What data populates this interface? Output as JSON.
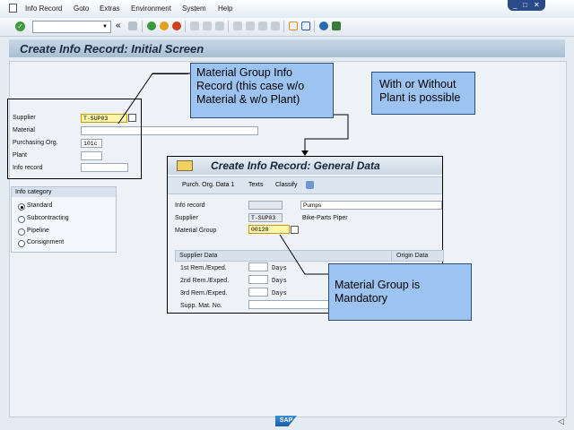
{
  "menu": {
    "items": [
      "Info Record",
      "Goto",
      "Extras",
      "Environment",
      "System",
      "Help"
    ]
  },
  "window_controls": {
    "minimize": "_",
    "maximize": "□",
    "close": "✕"
  },
  "toolbar": {
    "command_field_value": "",
    "back_chevron": "«"
  },
  "screen": {
    "title": "Create Info Record: Initial Screen"
  },
  "initial_form": {
    "supplier": {
      "label": "Supplier",
      "value": "T-SUP03"
    },
    "material": {
      "label": "Material",
      "value": ""
    },
    "purch_org": {
      "label": "Purchasing Org.",
      "value": "101c"
    },
    "plant": {
      "label": "Plant",
      "value": ""
    },
    "info_record": {
      "label": "Info record",
      "value": ""
    }
  },
  "info_category": {
    "header": "Info category",
    "options": [
      "Standard",
      "Subcontracting",
      "Pipeline",
      "Consignment"
    ],
    "selected": "Standard"
  },
  "popup": {
    "title": "Create Info Record: General Data",
    "tabs": [
      "Purch. Org. Data 1",
      "Texts",
      "Classify"
    ],
    "info_record": {
      "label": "Info record",
      "value": "",
      "desc": "Pumps"
    },
    "supplier": {
      "label": "Supplier",
      "value": "T-SUP03",
      "desc": "Bike-Parts Piper"
    },
    "material_group": {
      "label": "Material Group",
      "value": "00120"
    },
    "supplier_data": {
      "header": "Supplier Data",
      "origin_header": "Origin Data",
      "rows": [
        {
          "label": "1st Rem./Exped.",
          "value": "",
          "unit": "Days"
        },
        {
          "label": "2nd Rem./Exped.",
          "value": "",
          "unit": "Days"
        },
        {
          "label": "3rd Rem./Exped.",
          "value": "",
          "unit": "Days"
        },
        {
          "label": "Supp. Mat. No.",
          "value": "",
          "unit": ""
        }
      ]
    }
  },
  "callouts": {
    "material_group_info": "Material Group Info Record (this case w/o Material & w/o Plant)",
    "with_without_plant": "With or Without Plant is possible",
    "material_group_mandatory": "Material Group is Mandatory"
  },
  "status": {
    "logo": "SAP",
    "arrow": "◁"
  }
}
